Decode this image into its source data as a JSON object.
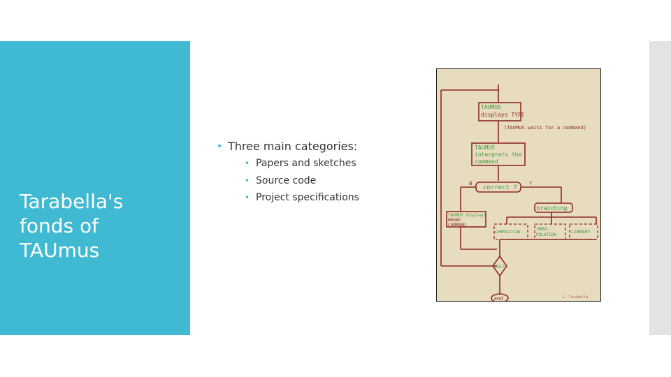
{
  "slide": {
    "title": "Tarabella's fonds of TAUmus",
    "bullet": "Three main categories:",
    "sub_items": [
      "Papers and sketches",
      "Source code",
      "Project specifications"
    ]
  },
  "flowchart": {
    "box1": [
      "TAUMUS",
      "displays TYPE"
    ],
    "wait_note": "(TAUMUS waits for a command)",
    "box2": [
      "TAUMUS",
      "interprets the",
      "command"
    ],
    "decision": "correct ?",
    "n_label": "N",
    "y_label": "Y",
    "wrong": [
      "TAUMUS displays",
      "WRONG",
      "COMMAND"
    ],
    "branching": "branching",
    "composition": "COMPOSITION",
    "manipulation": [
      "MANI-",
      "PULATION"
    ],
    "library": "LIBRARY",
    "diamond": "ESC?",
    "end": "end",
    "signature": "L. Tarabella"
  },
  "colors": {
    "teal": "#40b9d2",
    "ink": "#8b2b1e",
    "green": "#3f9a3a",
    "paper": "#e8dcc0"
  }
}
